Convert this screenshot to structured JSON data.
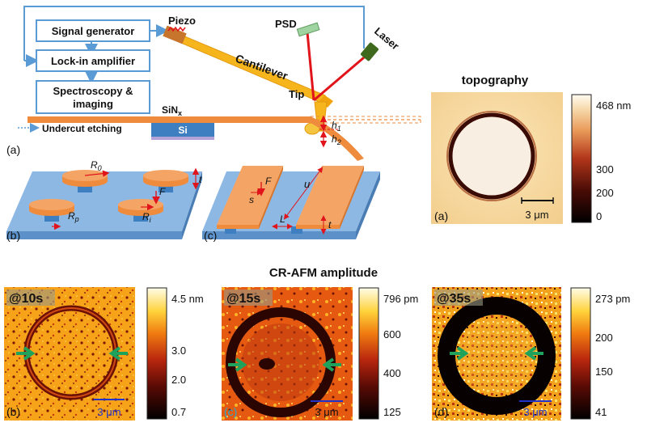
{
  "schematic": {
    "blocks": {
      "signal_generator": "Signal generator",
      "lockin": "Lock-in amplifier",
      "spectroscopy_line1": "Spectroscopy &",
      "spectroscopy_line2": "imaging"
    },
    "labels": {
      "piezo": "Piezo",
      "psd": "PSD",
      "laser": "Laser",
      "cantilever": "Cantilever",
      "tip": "Tip",
      "sinx_base": "SiN",
      "sinx_sub": "x",
      "si": "Si",
      "undercut": "Undercut etching",
      "h1_base": "h",
      "h1_sub": "1",
      "h2_base": "h",
      "h2_sub": "2",
      "panel_a": "(a)"
    },
    "discs": {
      "panel": "(b)",
      "r0_base": "R",
      "r0_sub": "0",
      "rp_base": "R",
      "rp_sub": "p",
      "ri_base": "R",
      "ri_sub": "i",
      "F": "F",
      "t": "t"
    },
    "strips": {
      "panel": "(c)",
      "F": "F",
      "s": "s",
      "u": "u",
      "L": "L",
      "t": "t"
    }
  },
  "topography": {
    "title": "topography",
    "panel": "(a)",
    "scalebar": "3 μm",
    "colorbar_ticks": [
      "468 nm",
      "300",
      "200",
      "0"
    ],
    "colors": {
      "low": "#000000",
      "mid": "#c0392b",
      "high": "#fffbe8"
    }
  },
  "crafm": {
    "title": "CR-AFM amplitude",
    "panels": [
      {
        "time": "@10s",
        "panel": "(b)",
        "scalebar": "3 μm",
        "ticks": [
          "4.5 nm",
          "3.0",
          "2.0",
          "0.7"
        ]
      },
      {
        "time": "@15s",
        "panel": "(c)",
        "scalebar": "3 μm",
        "ticks": [
          "796 pm",
          "600",
          "400",
          "125"
        ]
      },
      {
        "time": "@35s",
        "panel": "(d)",
        "scalebar": "3 μm",
        "ticks": [
          "273 pm",
          "200",
          "150",
          "41"
        ]
      }
    ],
    "colors": {
      "arrow": "#1fa35c",
      "scalebar": "#2233cc"
    }
  }
}
